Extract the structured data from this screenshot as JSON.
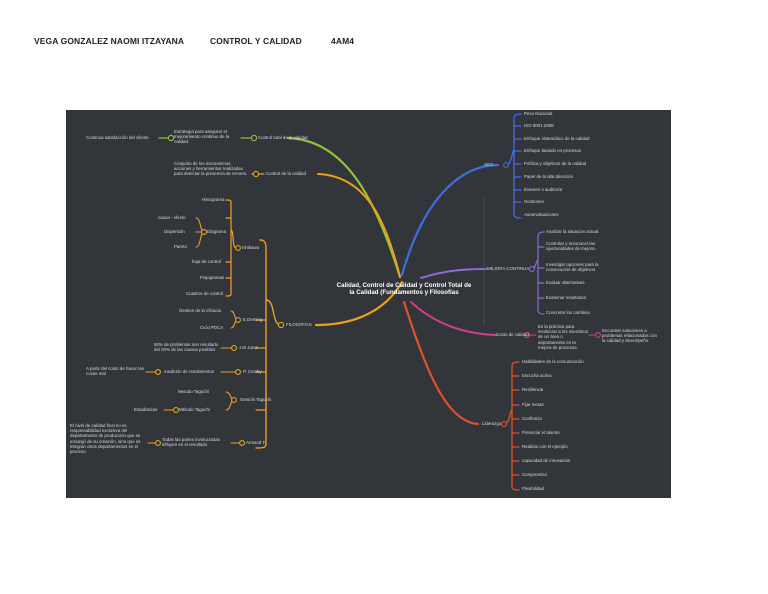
{
  "header": {
    "name": "VEGA GONZALEZ NAOMI ITZAYANA",
    "subject": "CONTROL Y CALIDAD",
    "group": "4AM4"
  },
  "colors": {
    "background": "#32353a",
    "top_left_branch": "#8fc13a",
    "filosofias_branch": "#e9a11e",
    "sgc_branch": "#3e6fe0",
    "mejora_branch": "#8c6ad6",
    "costo_branch": "#d0408a",
    "liderazgo_branch": "#e0502d"
  },
  "mindmap": {
    "center": "Calidad, Control de Calidad y Control Total de la Calidad (Fundamentos y Filosofías",
    "control_total": {
      "label": "Control total de la calidad",
      "desc": "Estrategia para asegurar el mejoramiento continuo de la calidad.",
      "sub": "Continua satisfacción del cliente"
    },
    "control": {
      "label": "Control de la calidad",
      "desc": "Conjunto de los mecanismos, acciones y herramientas realizadas para detectar la presencia de errores."
    },
    "filosofias": {
      "label": "FILOSOFÍAS",
      "ishikawa": {
        "label": "Ishikawa",
        "items": [
          "Histograma",
          "Diagrama",
          "hoja de control",
          "Flujogramas",
          "Cuadros de control"
        ],
        "diagrama_sub": [
          "causa - efecto",
          "Dispersión",
          "Pareto"
        ]
      },
      "deming": {
        "label": "E.Deming",
        "items": [
          "Gestion de la eficacia",
          "Ciclo PDCA"
        ]
      },
      "juran": {
        "label": "J.M Juran",
        "items": [
          "80% de problemas son resultado del 20% de las causas posibles"
        ]
      },
      "crosby": {
        "label": "P. Crosby",
        "item": "medición de rendimientos",
        "sub": "A partir del costo de hacer las cosas mal"
      },
      "taguchi": {
        "label": "Genichi Taguchi",
        "items": [
          "Metodo Taguchi",
          "Método Taguchi"
        ],
        "sub": "Estadisticas"
      },
      "feigenbaum": {
        "label": "Armand F.",
        "item": "Todas las partes involucradas influyen en el resultado",
        "sub": "El nivel de calidad final no es responsabilidad exclusiva del departamento de producción que se encargó de su creación, sino que se integran otros departamentos en el proceso."
      }
    },
    "sgc": {
      "label": "SGC",
      "items": [
        "Peso Nacional",
        "ISO 9001:2008",
        "Enfoque sistemático de la calidad",
        "Enfoque basado en procesos",
        "Política y objetivos de la calidad",
        "Papel de la alta dirección",
        "Examen o auditoría",
        "Gestiones",
        "Autoevaluaciones"
      ]
    },
    "mejora": {
      "label": "MEJORA CONTINUA",
      "items": [
        "Analizar la situación actual.",
        "Controlar y reconocer las oportunidades de mejora.",
        "Investigar opciones para la consecución de objetivos",
        "Evaluar alternativas",
        "Examinar resultados",
        "Concretar los cambios."
      ]
    },
    "costo": {
      "label": "Costo de calidad",
      "desc": "Es la práctica para involucrar a los miembros de un área o departamento en la mejora de procesos.",
      "sub": "Encontrar soluciones a problemas relacionados con la calidad y desempeño."
    },
    "liderazgo": {
      "label": "Liderazgo",
      "items": [
        "Habilidades de la comunicación",
        "Escucha activa",
        "Resiliencia",
        "Fijar metas",
        "Confianza",
        "Potenciar el talento",
        "Realizar con el ejemplo",
        "capacidad de innovación",
        "Compromiso",
        "Flexibilidad"
      ]
    }
  }
}
